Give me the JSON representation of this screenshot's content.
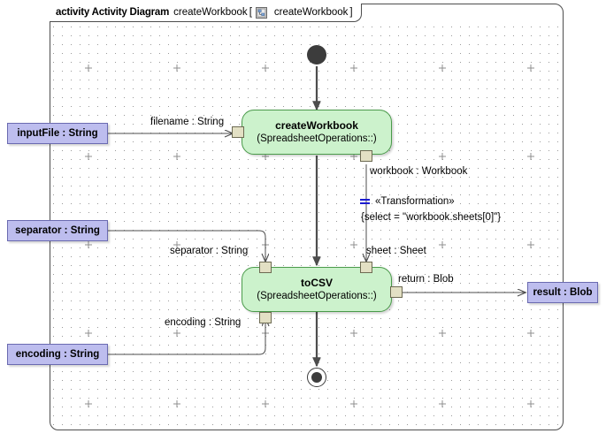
{
  "frame": {
    "keyword": "activity Activity Diagram",
    "name": "createWorkbook",
    "bracket_open": "[",
    "bracket_close": "]",
    "qualified_name": "createWorkbook",
    "icon": "activity-diagram-icon"
  },
  "nodes": {
    "initial": {
      "name": "initial-node"
    },
    "final": {
      "name": "activity-final-node"
    },
    "create_workbook": {
      "name": "createWorkbook",
      "namespace": "(SpreadsheetOperations::)"
    },
    "to_csv": {
      "name": "toCSV",
      "namespace": "(SpreadsheetOperations::)"
    }
  },
  "parameters": [
    {
      "id": "inputFile",
      "label": "inputFile : String"
    },
    {
      "id": "separator",
      "label": "separator : String"
    },
    {
      "id": "encoding",
      "label": "encoding : String"
    },
    {
      "id": "result",
      "label": "result : Blob"
    }
  ],
  "edges": [
    {
      "id": "filename",
      "label": "filename : String"
    },
    {
      "id": "workbook",
      "label": "workbook : Workbook"
    },
    {
      "id": "separator-flow",
      "label": "separator : String"
    },
    {
      "id": "sheet",
      "label": "sheet : Sheet"
    },
    {
      "id": "encoding-flow",
      "label": "encoding : String"
    },
    {
      "id": "return",
      "label": "return : Blob"
    }
  ],
  "transformation": {
    "stereotype": "«Transformation»",
    "constraint": "{select = \"workbook.sheets[0]\"}",
    "icon": "transformation-icon"
  },
  "colors": {
    "action_fill": "#ccf2cc",
    "action_border": "#4a9a4a",
    "param_fill": "#bdbdee",
    "param_border": "#6a6ab0",
    "pin_fill": "#e3e0c4",
    "pin_border": "#6d6a52",
    "flow_stroke": "#4d4d4d",
    "stereotype_icon": "#1b1bd0"
  }
}
